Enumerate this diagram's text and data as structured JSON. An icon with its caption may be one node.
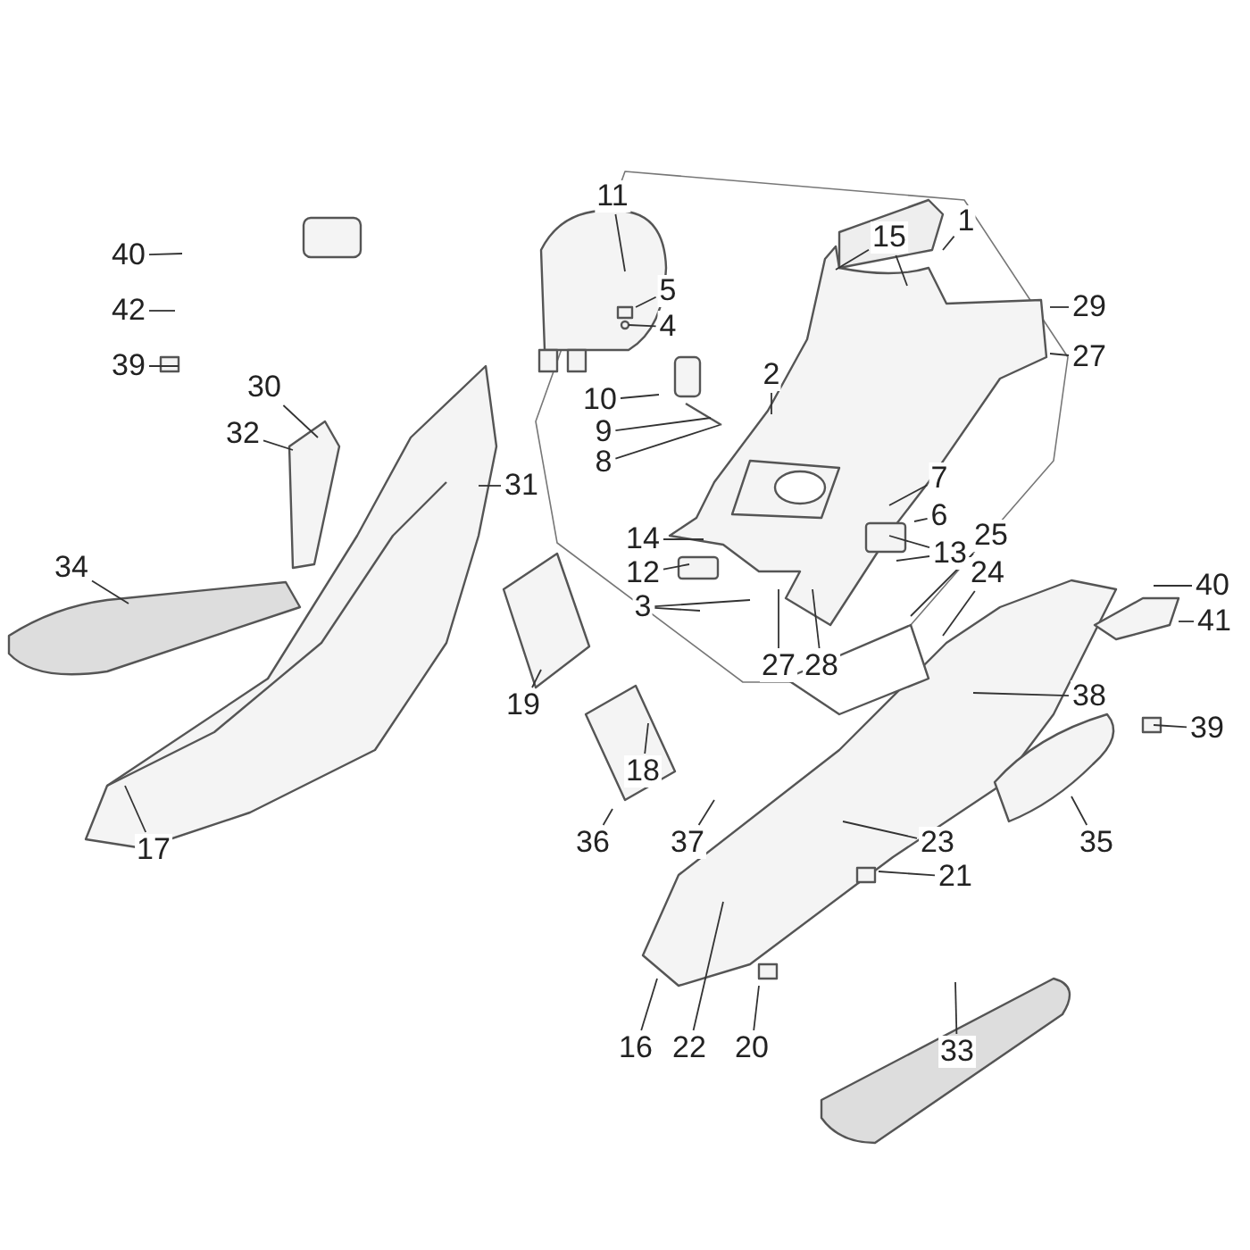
{
  "diagram": {
    "nodes": [
      {
        "text": [
          "1"
        ]
      },
      {
        "text": [
          "2"
        ]
      },
      {
        "text": [
          "3"
        ]
      },
      {
        "text": [
          "4"
        ]
      },
      {
        "text": [
          "5"
        ]
      },
      {
        "text": [
          "6"
        ]
      },
      {
        "text": [
          "7"
        ]
      },
      {
        "text": [
          "8"
        ]
      },
      {
        "text": [
          "9"
        ]
      },
      {
        "text": [
          "10"
        ]
      },
      {
        "text": [
          "11"
        ]
      },
      {
        "text": [
          "12"
        ]
      },
      {
        "text": [
          "13"
        ]
      },
      {
        "text": [
          "14"
        ]
      },
      {
        "text": [
          "15"
        ]
      },
      {
        "text": [
          "16"
        ]
      },
      {
        "text": [
          "17"
        ]
      },
      {
        "text": [
          "18"
        ]
      },
      {
        "text": [
          "19"
        ]
      },
      {
        "text": [
          "20"
        ]
      },
      {
        "text": [
          "21"
        ]
      },
      {
        "text": [
          "22"
        ]
      },
      {
        "text": [
          "23"
        ]
      },
      {
        "text": [
          "24"
        ]
      },
      {
        "text": [
          "25"
        ]
      },
      {
        "text": [
          "27"
        ]
      },
      {
        "text": [
          "28"
        ]
      },
      {
        "text": [
          "27"
        ]
      },
      {
        "text": [
          "29"
        ]
      },
      {
        "text": [
          "30"
        ]
      },
      {
        "text": [
          "31"
        ]
      },
      {
        "text": [
          "32"
        ]
      },
      {
        "text": [
          "33"
        ]
      },
      {
        "text": [
          "34"
        ]
      },
      {
        "text": [
          "35"
        ]
      },
      {
        "text": [
          "36"
        ]
      },
      {
        "text": [
          "37"
        ]
      },
      {
        "text": [
          "38"
        ]
      },
      {
        "text": [
          "39"
        ]
      },
      {
        "text": [
          "39"
        ]
      },
      {
        "text": [
          "40"
        ]
      },
      {
        "text": [
          "40"
        ]
      },
      {
        "text": [
          "41"
        ]
      },
      {
        "text": [
          "42"
        ]
      }
    ],
    "edges": [
      {
        "from": 0,
        "to": null,
        "arrow": "none"
      },
      {
        "from": 1,
        "to": null,
        "arrow": "none"
      },
      {
        "from": 2,
        "to": null,
        "arrow": "none"
      },
      {
        "from": 2,
        "to": null,
        "arrow": "none"
      },
      {
        "from": 3,
        "to": null,
        "arrow": "none"
      },
      {
        "from": 4,
        "to": null,
        "arrow": "none"
      },
      {
        "from": 5,
        "to": null,
        "arrow": "none"
      },
      {
        "from": 6,
        "to": null,
        "arrow": "none"
      },
      {
        "from": 7,
        "to": null,
        "arrow": "none"
      },
      {
        "from": 8,
        "to": null,
        "arrow": "none"
      },
      {
        "from": 9,
        "to": null,
        "arrow": "none"
      },
      {
        "from": 10,
        "to": null,
        "arrow": "none"
      },
      {
        "from": 11,
        "to": null,
        "arrow": "none"
      },
      {
        "from": 12,
        "to": null,
        "arrow": "none"
      },
      {
        "from": 12,
        "to": null,
        "arrow": "none"
      },
      {
        "from": 13,
        "to": null,
        "arrow": "none"
      },
      {
        "from": 14,
        "to": null,
        "arrow": "none"
      },
      {
        "from": 14,
        "to": null,
        "arrow": "none"
      },
      {
        "from": 15,
        "to": null,
        "arrow": "none"
      },
      {
        "from": 16,
        "to": null,
        "arrow": "none"
      },
      {
        "from": 17,
        "to": null,
        "arrow": "none"
      },
      {
        "from": 18,
        "to": null,
        "arrow": "none"
      },
      {
        "from": 19,
        "to": null,
        "arrow": "none"
      },
      {
        "from": 20,
        "to": null,
        "arrow": "none"
      },
      {
        "from": 21,
        "to": null,
        "arrow": "none"
      },
      {
        "from": 22,
        "to": null,
        "arrow": "none"
      },
      {
        "from": 23,
        "to": null,
        "arrow": "none"
      },
      {
        "from": 24,
        "to": null,
        "arrow": "none"
      },
      {
        "from": 25,
        "to": null,
        "arrow": "none"
      },
      {
        "from": 26,
        "to": null,
        "arrow": "none"
      },
      {
        "from": 27,
        "to": null,
        "arrow": "none"
      },
      {
        "from": 28,
        "to": null,
        "arrow": "none"
      },
      {
        "from": 29,
        "to": null,
        "arrow": "none"
      },
      {
        "from": 30,
        "to": null,
        "arrow": "none"
      },
      {
        "from": 31,
        "to": null,
        "arrow": "none"
      },
      {
        "from": 32,
        "to": null,
        "arrow": "none"
      },
      {
        "from": 33,
        "to": null,
        "arrow": "none"
      },
      {
        "from": 34,
        "to": null,
        "arrow": "none"
      },
      {
        "from": 35,
        "to": null,
        "arrow": "none"
      },
      {
        "from": 36,
        "to": null,
        "arrow": "none"
      },
      {
        "from": 37,
        "to": null,
        "arrow": "none"
      },
      {
        "from": 38,
        "to": null,
        "arrow": "none"
      },
      {
        "from": 39,
        "to": null,
        "arrow": "none"
      },
      {
        "from": 40,
        "to": null,
        "arrow": "none"
      },
      {
        "from": 41,
        "to": null,
        "arrow": "none"
      },
      {
        "from": 42,
        "to": null,
        "arrow": "none"
      },
      {
        "from": 43,
        "to": null,
        "arrow": "none"
      }
    ]
  }
}
